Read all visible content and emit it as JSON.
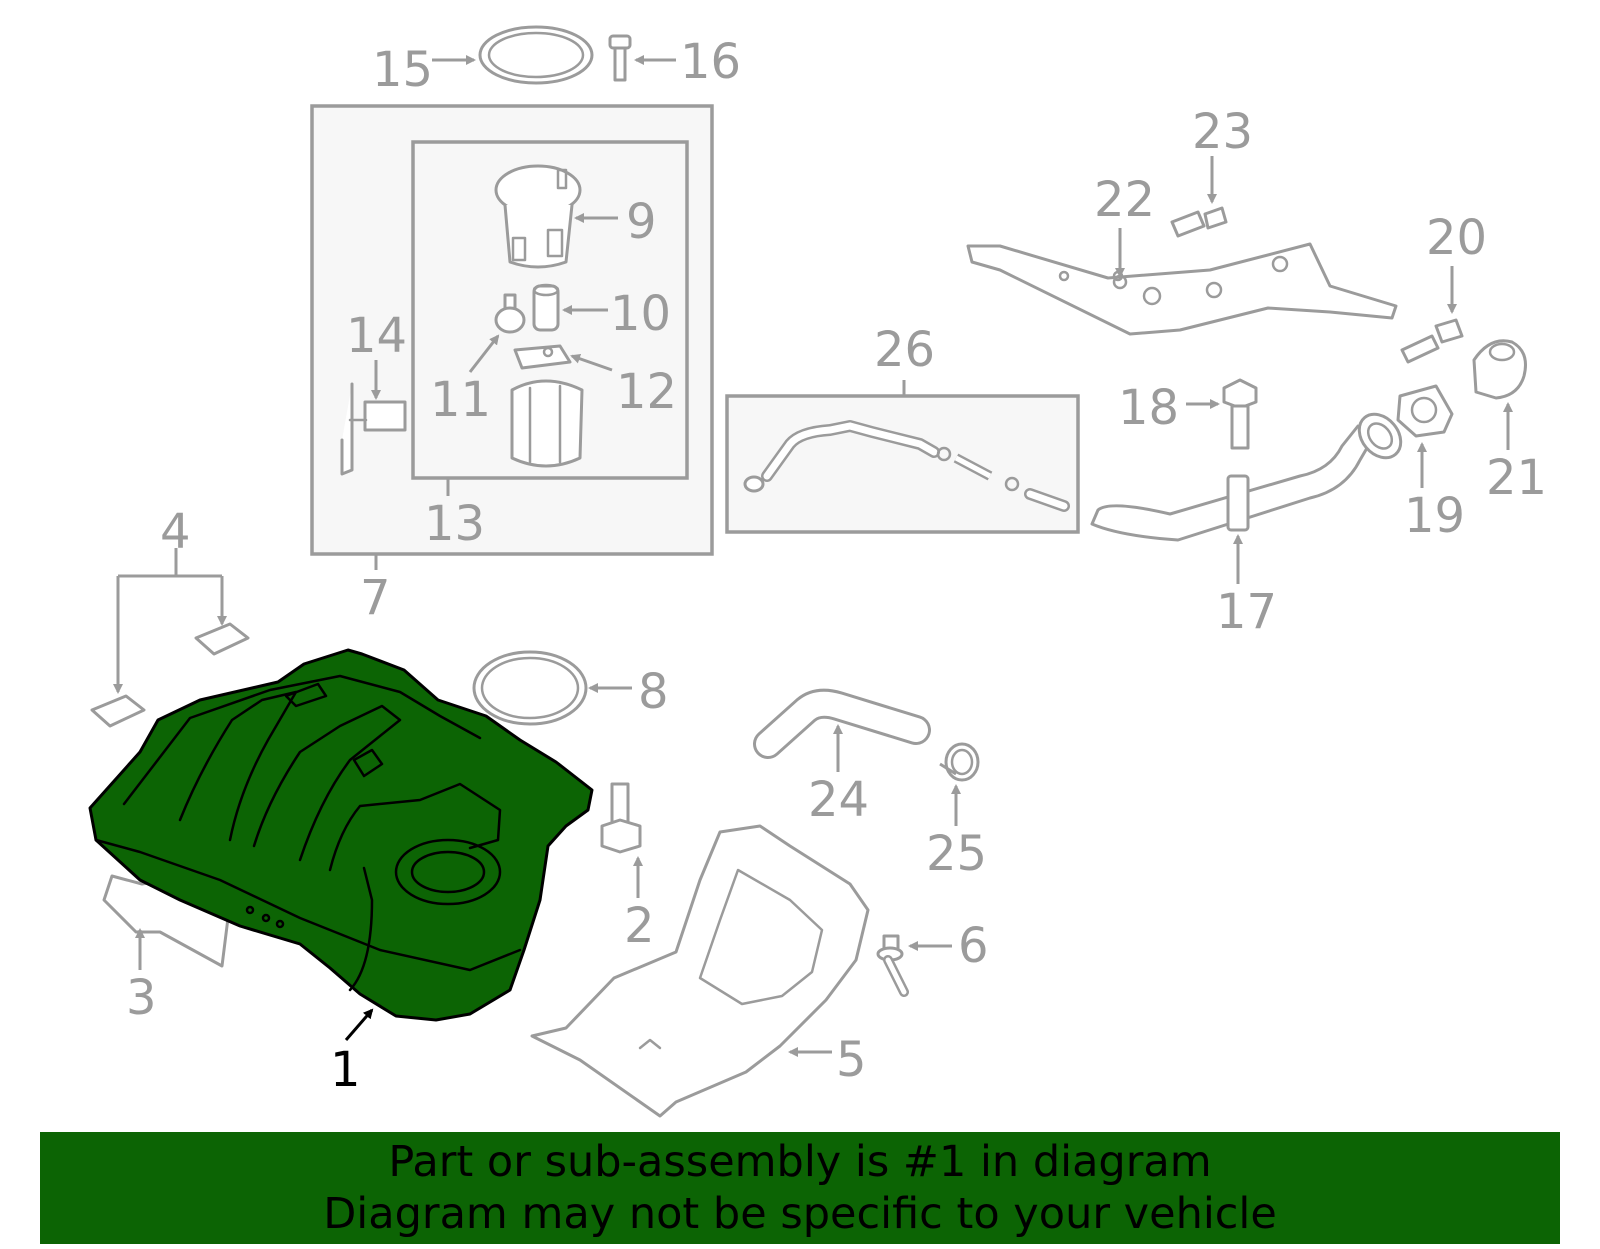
{
  "diagram": {
    "highlighted_part": "1",
    "highlight_color": "#0c6404",
    "part_color": "#9b9b9b",
    "callouts": [
      "1",
      "2",
      "3",
      "4",
      "5",
      "6",
      "7",
      "8",
      "9",
      "10",
      "11",
      "12",
      "13",
      "14",
      "15",
      "16",
      "17",
      "18",
      "19",
      "20",
      "21",
      "22",
      "23",
      "24",
      "25",
      "26"
    ]
  },
  "banner": {
    "line1": "Part or sub-assembly is #1 in diagram",
    "line2": "Diagram may not be specific to your vehicle",
    "background": "#0c6404"
  }
}
